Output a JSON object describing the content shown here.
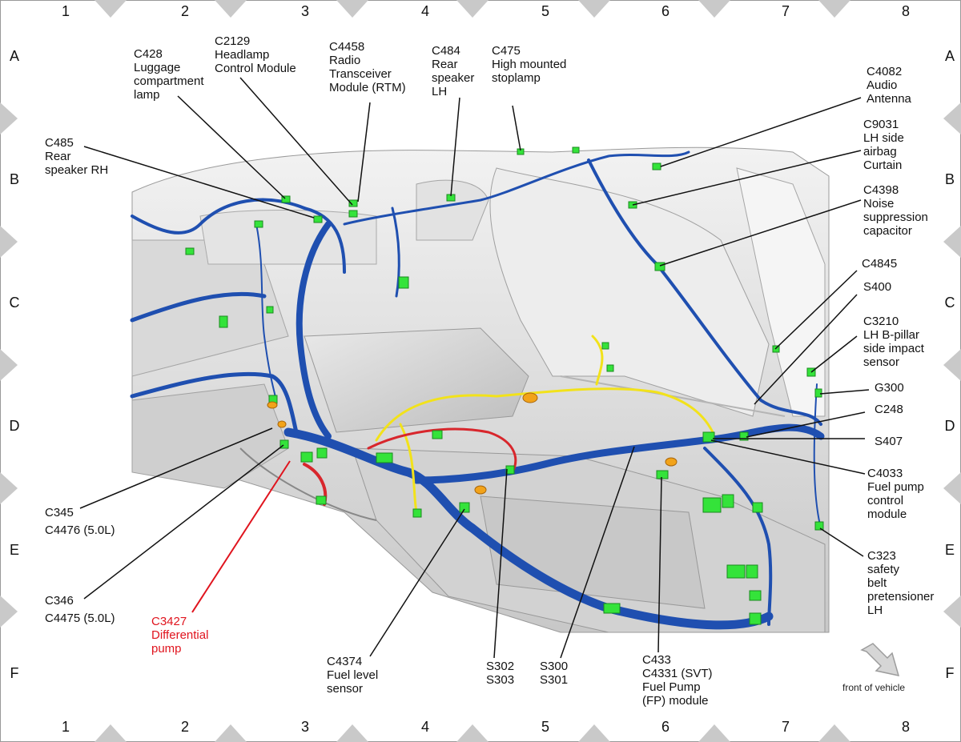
{
  "grid": {
    "columns": [
      "1",
      "2",
      "3",
      "4",
      "5",
      "6",
      "7",
      "8"
    ],
    "rows": [
      "A",
      "B",
      "C",
      "D",
      "E",
      "F"
    ]
  },
  "callouts": [
    {
      "id": "c428",
      "lines": [
        "C428",
        "Luggage",
        "compartment",
        "lamp"
      ]
    },
    {
      "id": "c2129",
      "lines": [
        "C2129",
        "Headlamp",
        "Control Module"
      ]
    },
    {
      "id": "c4458",
      "lines": [
        "C4458",
        "Radio",
        "Transceiver",
        "Module (RTM)"
      ]
    },
    {
      "id": "c484",
      "lines": [
        "C484",
        "Rear",
        "speaker",
        "LH"
      ]
    },
    {
      "id": "c475",
      "lines": [
        "C475",
        "High mounted",
        "stoplamp"
      ]
    },
    {
      "id": "c4082",
      "lines": [
        "C4082",
        "Audio",
        "Antenna"
      ]
    },
    {
      "id": "c485",
      "lines": [
        "C485",
        "Rear",
        "speaker RH"
      ]
    },
    {
      "id": "c9031",
      "lines": [
        "C9031",
        "LH side",
        "airbag",
        "Curtain"
      ]
    },
    {
      "id": "c4398",
      "lines": [
        "C4398",
        "Noise",
        "suppression",
        "capacitor"
      ]
    },
    {
      "id": "c4845",
      "lines": [
        "C4845"
      ]
    },
    {
      "id": "s400",
      "lines": [
        "S400"
      ]
    },
    {
      "id": "c3210",
      "lines": [
        "C3210",
        "LH B-pillar",
        "side impact",
        "sensor"
      ]
    },
    {
      "id": "g300",
      "lines": [
        "G300"
      ]
    },
    {
      "id": "c248",
      "lines": [
        "C248"
      ]
    },
    {
      "id": "s407",
      "lines": [
        "S407"
      ]
    },
    {
      "id": "c4033",
      "lines": [
        "C4033",
        "Fuel pump",
        "control",
        "module"
      ]
    },
    {
      "id": "c345",
      "lines": [
        "C345",
        "C4476 (5.0L)"
      ]
    },
    {
      "id": "c323",
      "lines": [
        "C323",
        "safety",
        "belt",
        "pretensioner",
        "LH"
      ]
    },
    {
      "id": "c346",
      "lines": [
        "C346",
        "C4475 (5.0L)"
      ]
    },
    {
      "id": "c3427",
      "lines": [
        "C3427",
        "Differential",
        "pump"
      ]
    },
    {
      "id": "c4374",
      "lines": [
        "C4374",
        "Fuel level",
        "sensor"
      ]
    },
    {
      "id": "s302",
      "lines": [
        "S302",
        "S303"
      ]
    },
    {
      "id": "s300",
      "lines": [
        "S300",
        "S301"
      ]
    },
    {
      "id": "c433",
      "lines": [
        "C433",
        "C4331 (SVT)",
        "Fuel Pump",
        "(FP) module"
      ]
    }
  ],
  "front_of_vehicle": "front of vehicle",
  "colors": {
    "harness": "#1f4fb0",
    "connector": "#34e33a",
    "yellow_wire": "#f2e21a",
    "red_wire": "#d8262c",
    "highlight_text": "#e0141e",
    "grid_marker": "#c9c9c9"
  }
}
